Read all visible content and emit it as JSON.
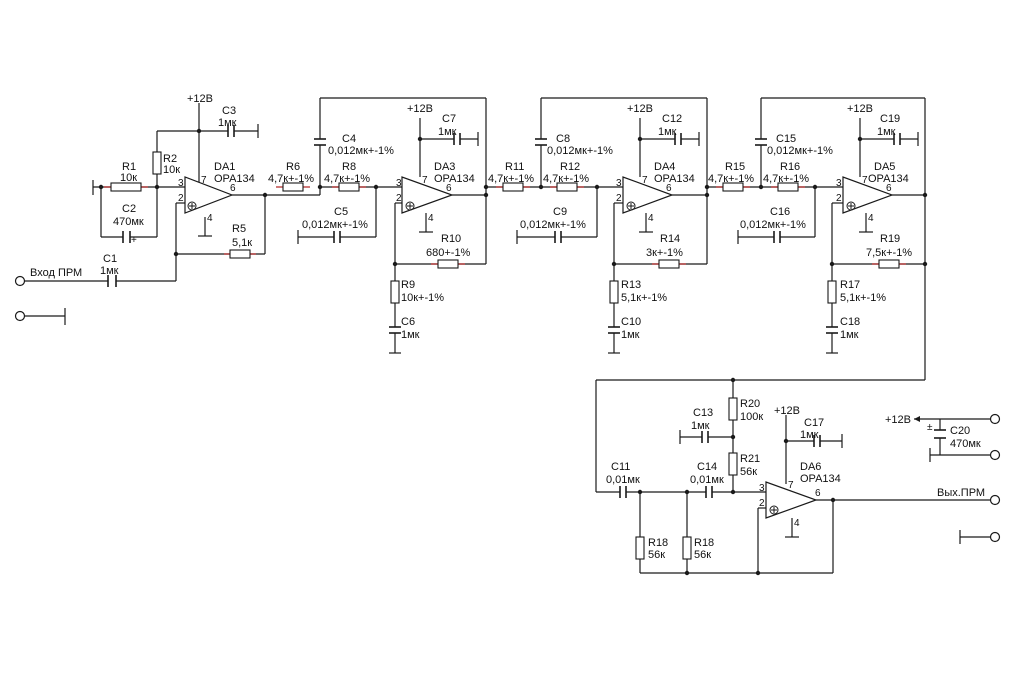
{
  "labels": {
    "input": "Вход ПРМ",
    "output": "Вых.ПРМ",
    "supply": "+12В",
    "supply_main": "+12В"
  },
  "components": {
    "R1": {
      "ref": "R1",
      "val": "10к"
    },
    "R2": {
      "ref": "R2",
      "val": "10к"
    },
    "R5": {
      "ref": "R5",
      "val": "5,1к"
    },
    "R6": {
      "ref": "R6",
      "val": "4,7к+-1%"
    },
    "R8": {
      "ref": "R8",
      "val": "4,7к+-1%"
    },
    "R9": {
      "ref": "R9",
      "val": "10к+-1%"
    },
    "R10": {
      "ref": "R10",
      "val": "680+-1%"
    },
    "R11": {
      "ref": "R11",
      "val": "4,7к+-1%"
    },
    "R12": {
      "ref": "R12",
      "val": "4,7к+-1%"
    },
    "R13": {
      "ref": "R13",
      "val": "5,1к+-1%"
    },
    "R14": {
      "ref": "R14",
      "val": "3к+-1%"
    },
    "R15": {
      "ref": "R15",
      "val": "4,7к+-1%"
    },
    "R16": {
      "ref": "R16",
      "val": "4,7к+-1%"
    },
    "R17": {
      "ref": "R17",
      "val": "5,1к+-1%"
    },
    "R18a": {
      "ref": "R18",
      "val": "56к"
    },
    "R18b": {
      "ref": "R18",
      "val": "56к"
    },
    "R19": {
      "ref": "R19",
      "val": "7,5к+-1%"
    },
    "R20": {
      "ref": "R20",
      "val": "100к"
    },
    "R21": {
      "ref": "R21",
      "val": "56к"
    },
    "C1": {
      "ref": "C1",
      "val": "1мк"
    },
    "C2": {
      "ref": "C2",
      "val": "470мк"
    },
    "C3": {
      "ref": "C3",
      "val": "1мк"
    },
    "C4": {
      "ref": "C4",
      "val": "0,012мк+-1%"
    },
    "C5": {
      "ref": "C5",
      "val": "0,012мк+-1%"
    },
    "C6": {
      "ref": "C6",
      "val": "1мк"
    },
    "C7": {
      "ref": "C7",
      "val": "1мк"
    },
    "C8": {
      "ref": "C8",
      "val": "0,012мк+-1%"
    },
    "C9": {
      "ref": "C9",
      "val": "0,012мк+-1%"
    },
    "C10": {
      "ref": "C10",
      "val": "1мк"
    },
    "C11": {
      "ref": "C11",
      "val": "0,01мк"
    },
    "C12": {
      "ref": "C12",
      "val": "1мк"
    },
    "C13": {
      "ref": "C13",
      "val": "1мк"
    },
    "C14": {
      "ref": "C14",
      "val": "0,01мк"
    },
    "C15": {
      "ref": "C15",
      "val": "0,012мк+-1%"
    },
    "C16": {
      "ref": "C16",
      "val": "0,012мк+-1%"
    },
    "C17": {
      "ref": "C17",
      "val": "1мк"
    },
    "C18": {
      "ref": "C18",
      "val": "1мк"
    },
    "C19": {
      "ref": "C19",
      "val": "1мк"
    },
    "C20": {
      "ref": "C20",
      "val": "470мк"
    }
  },
  "opamps": {
    "DA1": {
      "ref": "DA1",
      "type": "OPA134"
    },
    "DA3": {
      "ref": "DA3",
      "type": "OPA134"
    },
    "DA4": {
      "ref": "DA4",
      "type": "OPA134"
    },
    "DA5": {
      "ref": "DA5",
      "type": "OPA134"
    },
    "DA6": {
      "ref": "DA6",
      "type": "OPA134"
    }
  },
  "pins": {
    "p2": "2",
    "p3": "3",
    "p4": "4",
    "p6": "6",
    "p7": "7"
  },
  "marks": {
    "plus": "+",
    "polar": "±"
  }
}
